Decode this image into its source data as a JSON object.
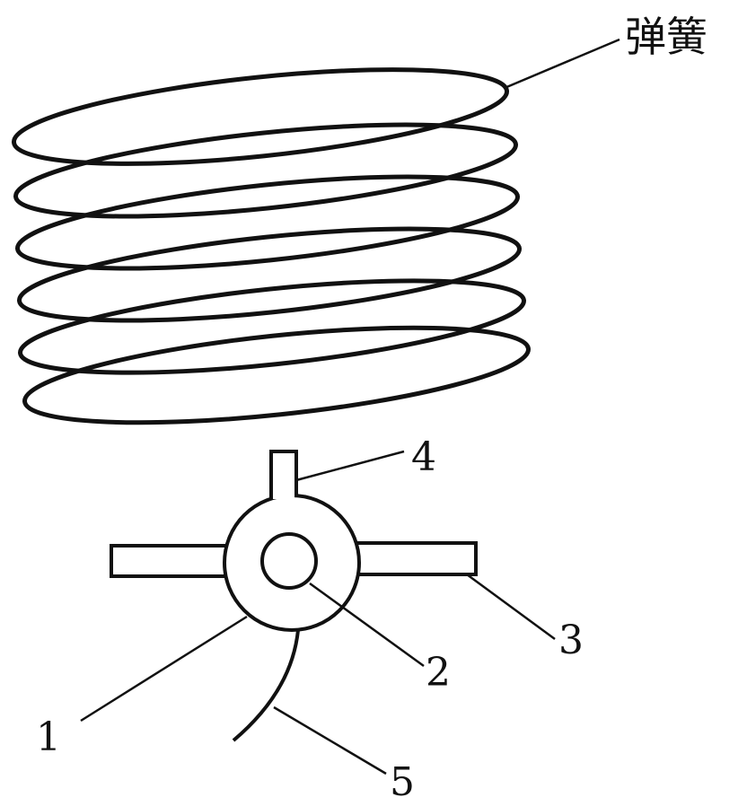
{
  "labels": {
    "spring": "弹簧",
    "part1": "1",
    "part2": "2",
    "part3": "3",
    "part4": "4",
    "part5": "5"
  },
  "colors": {
    "stroke": "#111111",
    "background": "#ffffff"
  }
}
